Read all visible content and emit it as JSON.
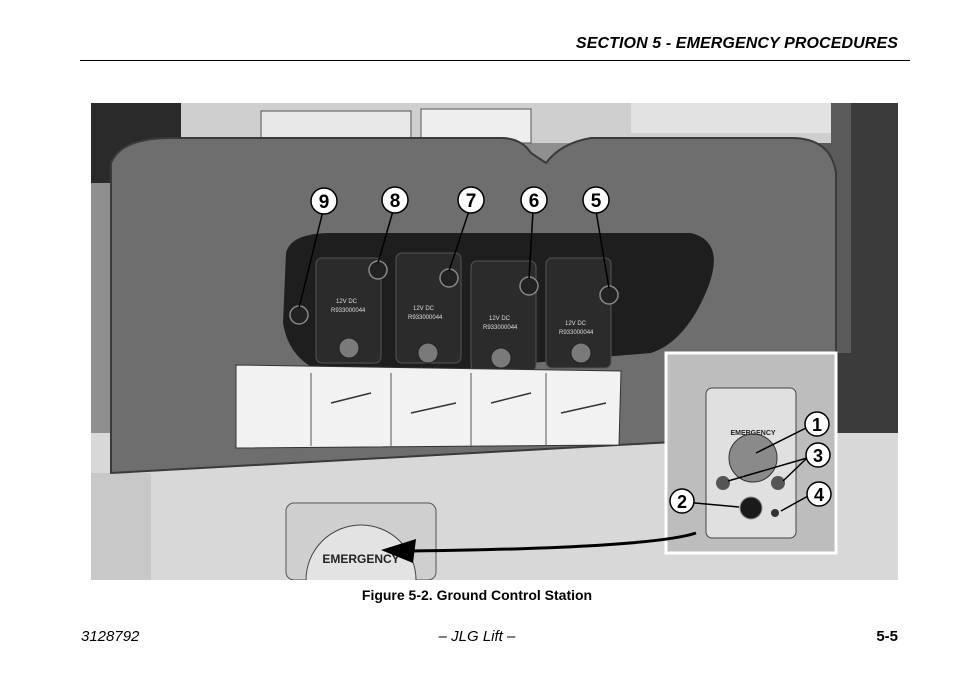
{
  "header": {
    "section_title": "SECTION 5 - EMERGENCY PROCEDURES"
  },
  "figure": {
    "caption": "Figure 5-2. Ground Control Station",
    "callouts": [
      "1",
      "2",
      "3",
      "4",
      "5",
      "6",
      "7",
      "8",
      "9"
    ],
    "solenoid_text": [
      "12V DC",
      "R933000044"
    ],
    "emergency_text": "EMERGENCY"
  },
  "footer": {
    "doc_number": "3128792",
    "center_text": "– JLG Lift –",
    "page_number": "5-5"
  }
}
